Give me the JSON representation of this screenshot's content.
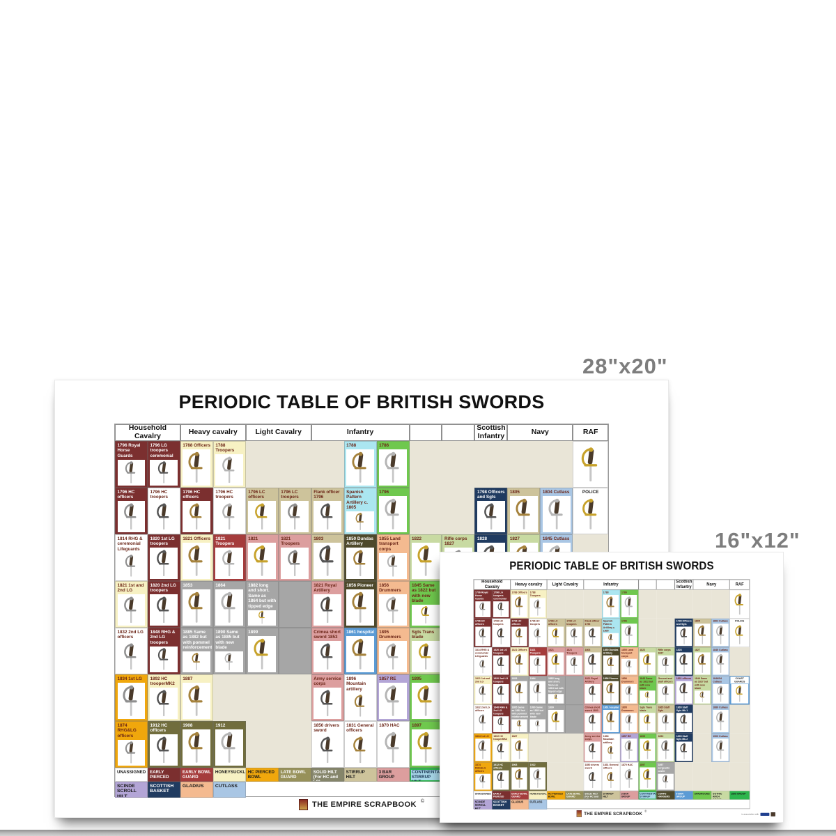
{
  "scene": {
    "large_size_label": "28\"x20\"",
    "small_size_label": "16\"x12\""
  },
  "poster": {
    "title": "PERIODIC TABLE OF BRITISH SWORDS",
    "palette": {
      "mar": "#7b2f2f",
      "wht": "#ffffff",
      "pyl": "#f7f1c3",
      "red": "#a53c3c",
      "ros": "#dc9e9e",
      "gry": "#a6a6a6",
      "cyn": "#abe6f0",
      "grn": "#6fc84e",
      "tan": "#cdc39b",
      "dol": "#4e492b",
      "pch": "#f4ba90",
      "nvy": "#203b60",
      "lbl": "#a9c6e4",
      "pgr": "#c8daa2",
      "lav": "#b3a5d6",
      "org": "#f0a70c",
      "olv": "#716d3d",
      "blu": "#5b9bd5",
      "kha": "#97915a",
      "gol": "#85856a",
      "bgr": "#2db54d",
      "bei": "#e9e5d7"
    },
    "dark_backgrounds": [
      "mar",
      "red",
      "dol",
      "nvy",
      "olv",
      "gry",
      "gol",
      "blu",
      "kha"
    ],
    "metal_tones": [
      "#8f8f8f",
      "#a5823c",
      "#c7a22b",
      "#555555",
      "#b5b5b5"
    ],
    "column_groups": [
      {
        "label": "Household Cavalry",
        "span": 2
      },
      {
        "label": "Heavy cavalry",
        "span": 2
      },
      {
        "label": "Light Cavalry",
        "span": 2
      },
      {
        "label": "Infantry",
        "span": 3
      },
      {
        "label": "",
        "span": 1
      },
      {
        "label": "",
        "span": 1
      },
      {
        "label": "Scottish Infantry",
        "span": 1
      },
      {
        "label": "Navy",
        "span": 2
      },
      {
        "label": "RAF",
        "span": 1
      }
    ],
    "rows": [
      [
        {
          "l": "1796 Royal Horse Guards",
          "bg": "mar"
        },
        {
          "l": "1796 LG troopers ceremonial",
          "bg": "mar"
        },
        {
          "l": "1788 Officers",
          "bg": "pyl"
        },
        {
          "l": "1788 Troopers",
          "bg": "pyl"
        },
        null,
        null,
        null,
        {
          "l": "1788",
          "bg": "cyn"
        },
        {
          "l": "1786",
          "bg": "grn"
        },
        null,
        null,
        null,
        null,
        null,
        {
          "l": "",
          "bg": "wht"
        }
      ],
      [
        {
          "l": "1796 HC officers",
          "bg": "mar"
        },
        {
          "l": "1796 HC troopers",
          "bg": "wht"
        },
        {
          "l": "1796 HC officers",
          "bg": "mar"
        },
        {
          "l": "1796 HC troopers",
          "bg": "wht"
        },
        {
          "l": "1796 LC officers",
          "bg": "tan"
        },
        {
          "l": "1796 LC troopers",
          "bg": "tan"
        },
        {
          "l": "Flank officer 1796",
          "bg": "tan"
        },
        {
          "l": "Spanish Pattern Artillery c. 1805",
          "bg": "cyn"
        },
        {
          "l": "1796",
          "bg": "grn"
        },
        null,
        null,
        {
          "l": "1798 Officers and Sgts",
          "bg": "nvy"
        },
        {
          "l": "1805",
          "bg": "tan"
        },
        {
          "l": "1804 Cutlass",
          "bg": "lbl"
        },
        {
          "l": "POLICE",
          "bg": "wht",
          "center": true
        }
      ],
      [
        {
          "l": "1814 RHG & ceremonial Lifeguards",
          "bg": "wht"
        },
        {
          "l": "1820 1st LG troopers",
          "bg": "mar"
        },
        {
          "l": "1821 Officers",
          "bg": "pyl"
        },
        {
          "l": "1821 Troopers",
          "bg": "red"
        },
        {
          "l": "1821",
          "bg": "ros"
        },
        {
          "l": "1821 Troopers",
          "bg": "ros"
        },
        {
          "l": "1803",
          "bg": "tan"
        },
        {
          "l": "1850 Dundas Artillery",
          "bg": "dol"
        },
        {
          "l": "1855 Land transport corps",
          "bg": "pch"
        },
        {
          "l": "1822",
          "bg": "pgr"
        },
        {
          "l": "Rifle corps 1827",
          "bg": "pgr"
        },
        {
          "l": "1828",
          "bg": "nvy"
        },
        {
          "l": "1827",
          "bg": "pgr"
        },
        {
          "l": "1845 Cutlass",
          "bg": "lbl"
        },
        null
      ],
      [
        {
          "l": "1821 1st and 2nd LG",
          "bg": "pyl"
        },
        {
          "l": "1820 2nd LG troopers",
          "bg": "mar"
        },
        {
          "l": "1853",
          "bg": "gry"
        },
        {
          "l": "1864",
          "bg": "gry"
        },
        {
          "l": "1882 long and short. Same as 1864 but with tipped edge",
          "bg": "gry"
        },
        {
          "l": "",
          "bg": "gry",
          "noimg": true
        },
        {
          "l": "1821 Royal Artillery",
          "bg": "ros"
        },
        {
          "l": "1856 Pioneer",
          "bg": "dol"
        },
        {
          "l": "1856 Drummers",
          "bg": "pch"
        },
        {
          "l": "1845 Same as 1822 but with new blade",
          "bg": "grn"
        },
        {
          "l": "General and staff officers",
          "bg": "pgr"
        },
        {
          "l": "1831 officers",
          "bg": "lav"
        },
        {
          "l": "1846 Same as 1827 but with new blade",
          "bg": "pgr"
        },
        {
          "l": "1846/54 Cutlass",
          "bg": "lbl"
        },
        {
          "l": "COAST GUARDS",
          "bg": "blu",
          "center": true
        }
      ],
      [
        {
          "l": "1832 2nd LG officers",
          "bg": "wht"
        },
        {
          "l": "1848 RHG & 2nd LG troopers",
          "bg": "mar"
        },
        {
          "l": "1885 Same as 1882 but with pommel reinforcement",
          "bg": "gry"
        },
        {
          "l": "1890 Same as 1885 but with new blade",
          "bg": "gry"
        },
        {
          "l": "1899",
          "bg": "gry"
        },
        {
          "l": "",
          "bg": "gry",
          "noimg": true
        },
        {
          "l": "Crimea short sword 1853",
          "bg": "ros"
        },
        {
          "l": "1861 hospital",
          "bg": "blu"
        },
        {
          "l": "1895 Drummers",
          "bg": "pch"
        },
        {
          "l": "Sgts Trans blade",
          "bg": "pgr"
        },
        {
          "l": "1865 Staff Sgts",
          "bg": "tan"
        },
        {
          "l": "1865 Staff Sgts Mk.1",
          "bg": "nvy"
        },
        null,
        {
          "l": "1889 Cutlass",
          "bg": "lbl"
        },
        null
      ],
      [
        {
          "l": "1834 1st LG",
          "bg": "org"
        },
        {
          "l": "1892 HC trooperMK2",
          "bg": "pyl"
        },
        {
          "l": "1887",
          "bg": "pyl"
        },
        null,
        null,
        null,
        {
          "l": "Army service corps",
          "bg": "ros"
        },
        {
          "l": "1896 Mountain artillery",
          "bg": "wht"
        },
        {
          "l": "1857 RE",
          "bg": "lav"
        },
        {
          "l": "1895",
          "bg": "grn"
        },
        {
          "l": "1892",
          "bg": "pgr"
        },
        {
          "l": "1895 Staff Sgts Mk.2",
          "bg": "nvy"
        },
        null,
        {
          "l": "1900 Cutlass",
          "bg": "lbl"
        },
        null
      ],
      [
        {
          "l": "1874 RHG&LG officers",
          "bg": "org"
        },
        {
          "l": "1912 HC officers",
          "bg": "olv"
        },
        {
          "l": "1908",
          "bg": "olv"
        },
        {
          "l": "1912",
          "bg": "olv"
        },
        null,
        null,
        {
          "l": "1850 drivers sword",
          "bg": "wht"
        },
        {
          "l": "1831 General officers",
          "bg": "wht"
        },
        {
          "l": "1870 HAC",
          "bg": "wht"
        },
        {
          "l": "1897",
          "bg": "grn"
        },
        {
          "l": "1897 sergeants castle",
          "bg": "gry"
        },
        null,
        null,
        null,
        null
      ]
    ],
    "legend_row1": [
      {
        "l": "UNASSIGNED",
        "bg": "wht"
      },
      {
        "l": "EARLY PIERCED",
        "bg": "mar"
      },
      {
        "l": "EARLY BOWL GUARD",
        "bg": "red"
      },
      {
        "l": "HONEYSUCKLE",
        "bg": "pyl"
      },
      {
        "l": "HC PIERCED BOWL",
        "bg": "org"
      },
      {
        "l": "LATE BOWL GUARD",
        "bg": "kha"
      },
      {
        "l": "SOLID HILT (For HC and LC)",
        "bg": "gol"
      },
      {
        "l": "STIRRUP HILT",
        "bg": "tan"
      },
      {
        "l": "3 BAR GROUP",
        "bg": "ros"
      },
      {
        "l": "CONTINENTAL STIRRUP HILT",
        "bg": "cnt"
      },
      {
        "l": "CORPS HANGERS",
        "bg": "dol"
      },
      {
        "l": "5 BAR GROUP",
        "bg": "blu"
      },
      {
        "l": "SPADROONS",
        "bg": "grn"
      },
      {
        "l": "GOTHIC ARCH GROUP",
        "bg": "pgr"
      },
      {
        "l": "1895 GROUP",
        "bg": "bgr"
      }
    ],
    "legend_row2": [
      {
        "l": "SCINDE SCROLL HILT",
        "bg": "lav"
      },
      {
        "l": "SCOTTISH BASKET",
        "bg": "nvy"
      },
      {
        "l": "GLADIUS",
        "bg": "pch"
      },
      {
        "l": "CUTLASS",
        "bg": "lbl"
      }
    ],
    "footer": {
      "brand": "THE EMPIRE SCRAPBOOK",
      "copyright": "©",
      "association": "in association with"
    }
  }
}
